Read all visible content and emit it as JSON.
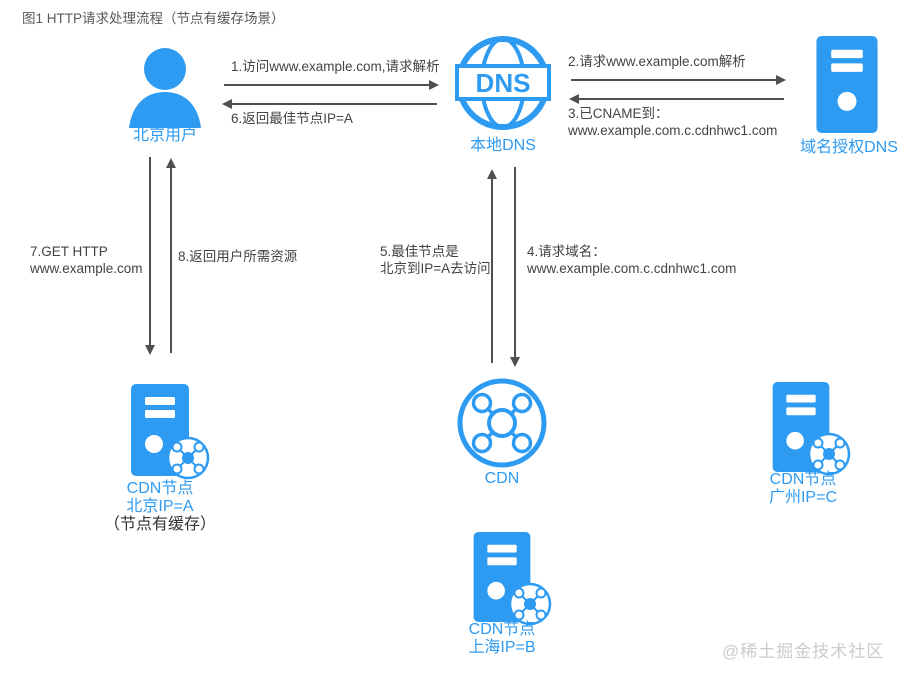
{
  "title": "图1 HTTP请求处理流程（节点有缓存场景）",
  "colors": {
    "accent": "#2e9bf2",
    "arrow": "#4f4f4f",
    "step_text": "#434343",
    "cache_note_text": "#333333",
    "watermark": "#cbcbcb"
  },
  "nodes": {
    "user": {
      "label": "北京用户"
    },
    "local_dns": {
      "label": "本地DNS",
      "icon_text": "DNS"
    },
    "auth_dns": {
      "label": "域名授权DNS"
    },
    "cdn_hub": {
      "label": "CDN"
    },
    "node_beijing": {
      "line1": "CDN节点",
      "line2": "北京IP=A",
      "line3": "（节点有缓存）"
    },
    "node_shanghai": {
      "line1": "CDN节点",
      "line2": "上海IP=B"
    },
    "node_guangzhou": {
      "line1": "CDN节点",
      "line2": "广州IP=C"
    }
  },
  "steps": {
    "s1": "1.访问www.example.com,请求解析",
    "s2": "2.请求www.example.com解析",
    "s3_line1": "3.已CNAME到：",
    "s3_line2": "www.example.com.c.cdnhwc1.com",
    "s4_line1": "4.请求域名：",
    "s4_line2": "www.example.com.c.cdnhwc1.com",
    "s5_line1": "5.最佳节点是",
    "s5_line2": "北京到IP=A去访问",
    "s6": "6.返回最佳节点IP=A",
    "s7_line1": "7.GET HTTP",
    "s7_line2": "www.example.com",
    "s8": "8.返回用户所需资源"
  },
  "watermark": "@稀土掘金技术社区"
}
